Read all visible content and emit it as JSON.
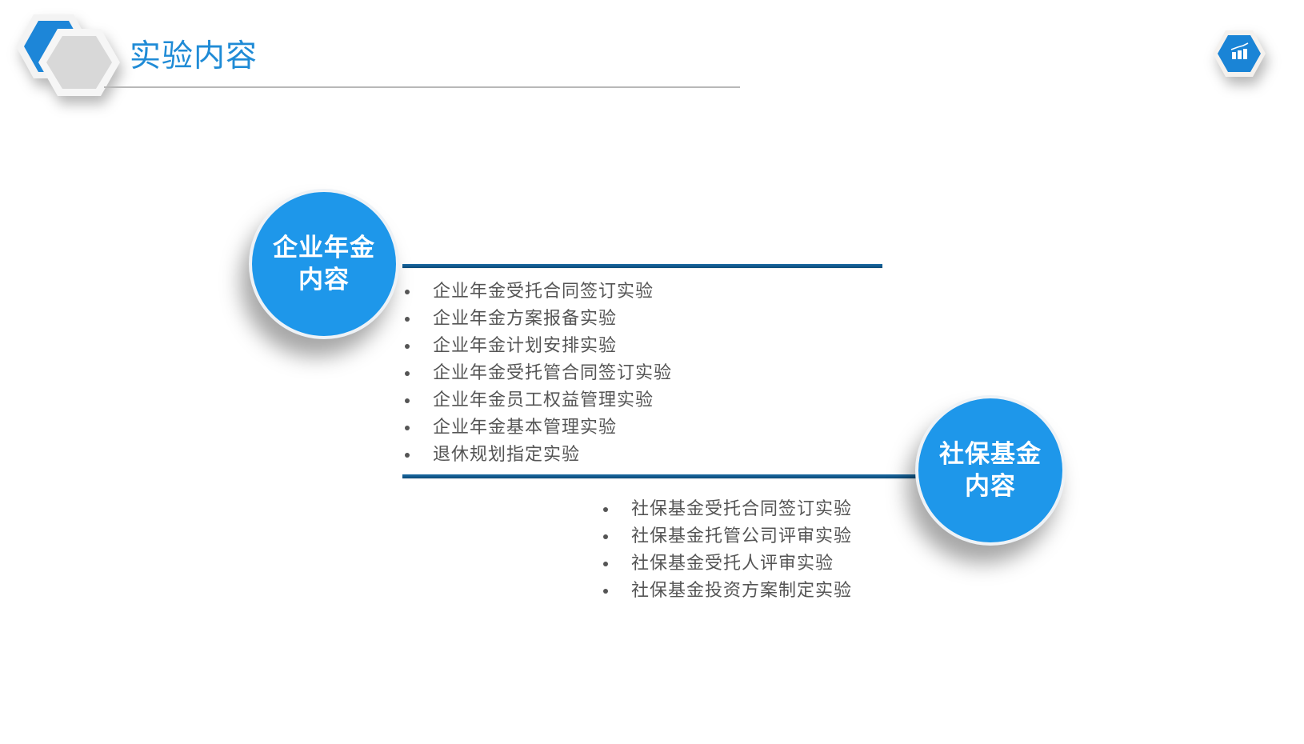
{
  "header": {
    "title": "实验内容",
    "decor_icon": "hexagon-pair-icon",
    "corner_icon": "bar-chart-growth-icon"
  },
  "colors": {
    "accent_blue": "#1e97ea",
    "title_blue": "#1f8bd6",
    "divider_navy": "#0e4f7e",
    "body_text": "#555555",
    "rule_gray": "#b8b8b8"
  },
  "sections": [
    {
      "circle_line1": "企业年金",
      "circle_line2": "内容",
      "items": [
        "企业年金受托合同签订实验",
        "企业年金方案报备实验",
        "企业年金计划安排实验",
        "企业年金受托管合同签订实验",
        "企业年金员工权益管理实验",
        "企业年金基本管理实验",
        "退休规划指定实验"
      ]
    },
    {
      "circle_line1": "社保基金",
      "circle_line2": "内容",
      "items": [
        "社保基金受托合同签订实验",
        "社保基金托管公司评审实验",
        "社保基金受托人评审实验",
        "社保基金投资方案制定实验"
      ]
    }
  ]
}
